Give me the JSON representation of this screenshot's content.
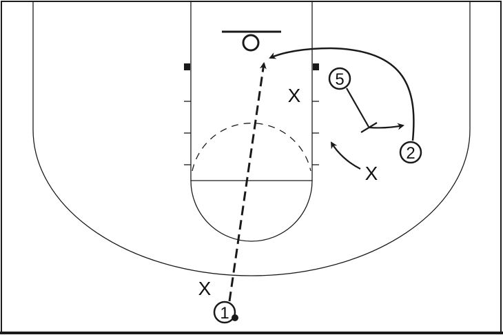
{
  "players": {
    "p1": "1",
    "p2": "2",
    "p5": "5"
  },
  "defenders": {
    "x1": "X",
    "x2": "X",
    "x3": "X"
  },
  "colors": {
    "line": "#1a1a1a",
    "background": "#ffffff"
  }
}
